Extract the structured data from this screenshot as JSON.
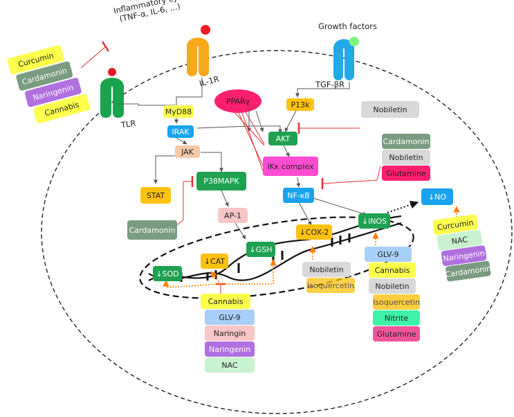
{
  "colors": {
    "yellow": "#ffff4d",
    "gray_green": "#7a9c80",
    "purple": "#b070e0",
    "light_gray": "#d9d9d9",
    "green": "#1fa151",
    "pink_magenta": "#ff4dd2",
    "blue": "#1aa3ee",
    "orange": "#ffc20e",
    "peach": "#f7c9a7",
    "light_pink": "#f7c6c6",
    "light_blue": "#a8cff7",
    "mint": "#c9f2cf",
    "teal": "#3ef2a8",
    "hot_pink": "#f0559c",
    "magenta": "#ff1f6e",
    "receptor_green": "#19a44b",
    "receptor_orange": "#f7a81b",
    "receptor_blue": "#23a9e8",
    "ligand_red": "#ee1c25",
    "ligand_green": "#7ff77f",
    "inhibit_red": "#e53030",
    "nrf_orange": "#ff8000"
  },
  "labels": {
    "inflammatory_cytokines_line1": "Inflammatory cytokines",
    "inflammatory_cytokines_line2": "(TNF-α, IL-6, ...)",
    "growth_factors": "Growth factors",
    "tlr": "TLR",
    "il1r": "IL-1R",
    "tgf_br": "TGF-βR"
  },
  "cytokine_inhibitors": [
    "Curcumin",
    "Cardamonin",
    "Naringenin",
    "Cannabis"
  ],
  "nodes": {
    "myd88": "MyD88",
    "irak": "IRAK",
    "jak": "JAK",
    "stat": "STAT",
    "p38mapk": "P38MAPK",
    "ap1": "AP-1",
    "ppar": "PPARγ",
    "p13k": "P13k",
    "akt": "AKT",
    "ikk": "IKκ complex",
    "nfkb": "NF-κB",
    "no": "↓NO",
    "sod": "↓SOD",
    "cat": "↓CAT",
    "gsh": "↓GSH",
    "cox2": "↓COX-2",
    "inos": "↓iNOS"
  },
  "inhibitors": {
    "akt_nobiletin": "Nobiletin",
    "nfkb_group": [
      "Cardamonin",
      "Nobiletin",
      "Glutamine"
    ],
    "p38_cardamonin": "Cardamonin",
    "no_group": [
      "Curcumin",
      "NAC",
      "Naringenin",
      "Cardamonin"
    ],
    "antioxidant_group": [
      "Cannabis",
      "GLV-9",
      "Naringin",
      "Naringenin",
      "NAC"
    ],
    "cox2_group": [
      "Nobiletin",
      "Isoquercetin"
    ],
    "inos_group": [
      "GLV-9",
      "Cannabis",
      "Nobiletin",
      "Isoquercetin",
      "Nitrite",
      "Glutamine"
    ]
  }
}
